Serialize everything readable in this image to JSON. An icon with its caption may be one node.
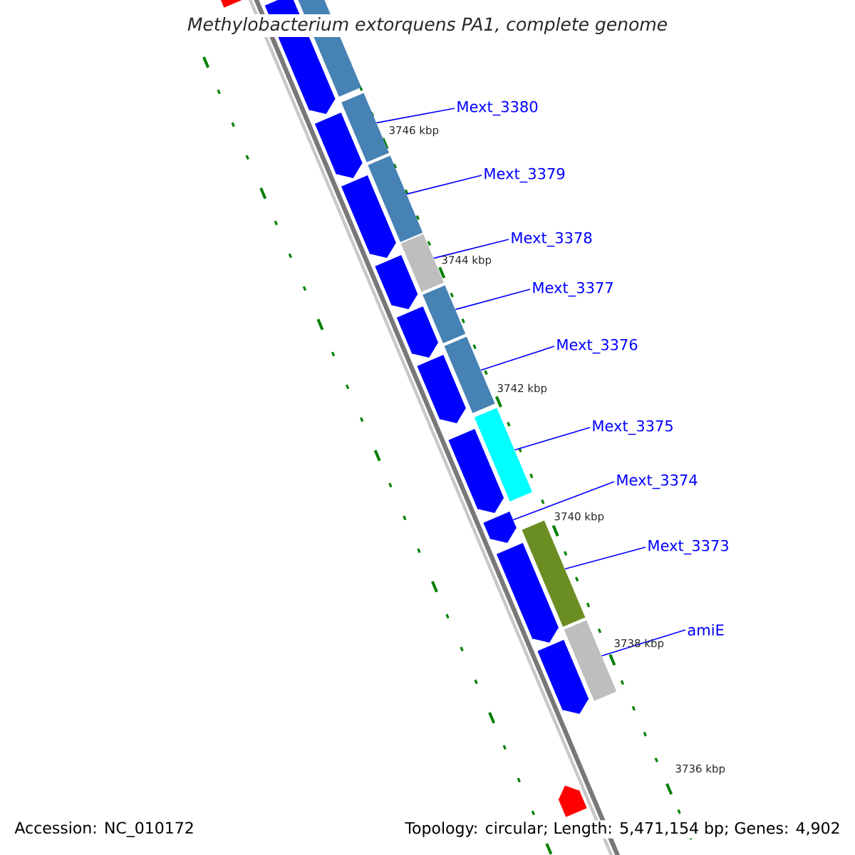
{
  "diagram": {
    "title": "Methylobacterium extorquens PA1, complete genome",
    "nodes": [
      {
        "text": [
          "Mext_3380"
        ]
      },
      {
        "text": [],
        "shape": "bar"
      },
      {
        "text": [
          "Mext_3379"
        ]
      },
      {
        "text": [],
        "shape": "bar"
      },
      {
        "text": [
          "Mext_3378"
        ]
      },
      {
        "text": [],
        "shape": "bar"
      },
      {
        "text": [
          "Mext_3377"
        ]
      },
      {
        "text": [],
        "shape": "bar"
      },
      {
        "text": [
          "Mext_3376"
        ]
      },
      {
        "text": [],
        "shape": "bar"
      },
      {
        "text": [
          "Mext_3375"
        ]
      },
      {
        "text": [],
        "shape": "bar"
      },
      {
        "text": [
          "Mext_3374"
        ]
      },
      {
        "text": [],
        "shape": "arrow"
      },
      {
        "text": [
          "Mext_3373"
        ]
      },
      {
        "text": [],
        "shape": "bar"
      },
      {
        "text": [
          "amiE"
        ]
      },
      {
        "text": [],
        "shape": "bar"
      },
      {
        "text": [],
        "shape": "arrow"
      },
      {
        "text": [],
        "shape": "arrow"
      },
      {
        "text": [],
        "shape": "bar"
      },
      {
        "text": [],
        "shape": "arrow"
      },
      {
        "text": [],
        "shape": "arrow"
      },
      {
        "text": [],
        "shape": "arrow"
      },
      {
        "text": [],
        "shape": "arrow"
      },
      {
        "text": [],
        "shape": "arrow"
      },
      {
        "text": [],
        "shape": "arrow"
      },
      {
        "text": [],
        "shape": "arrow"
      },
      {
        "text": [],
        "shape": "arrow"
      },
      {
        "text": [],
        "shape": "arrow"
      }
    ],
    "edges": [
      {
        "from": 0,
        "to": 1,
        "arrow": "none"
      },
      {
        "from": 2,
        "to": 3,
        "arrow": "none"
      },
      {
        "from": 4,
        "to": 5,
        "arrow": "none"
      },
      {
        "from": 6,
        "to": 7,
        "arrow": "none"
      },
      {
        "from": 8,
        "to": 9,
        "arrow": "none"
      },
      {
        "from": 10,
        "to": 11,
        "arrow": "none"
      },
      {
        "from": 12,
        "to": 13,
        "arrow": "none"
      },
      {
        "from": 14,
        "to": 15,
        "arrow": "none"
      },
      {
        "from": 16,
        "to": 17,
        "arrow": "none"
      }
    ],
    "labels": [
      "3746 kbp",
      "3744 kbp",
      "3742 kbp",
      "3740 kbp",
      "3738 kbp",
      "3736 kbp",
      "Accession: NC_010172",
      "Topology: circular; Length: 5,471,154 bp; Genes: 4,902"
    ]
  }
}
